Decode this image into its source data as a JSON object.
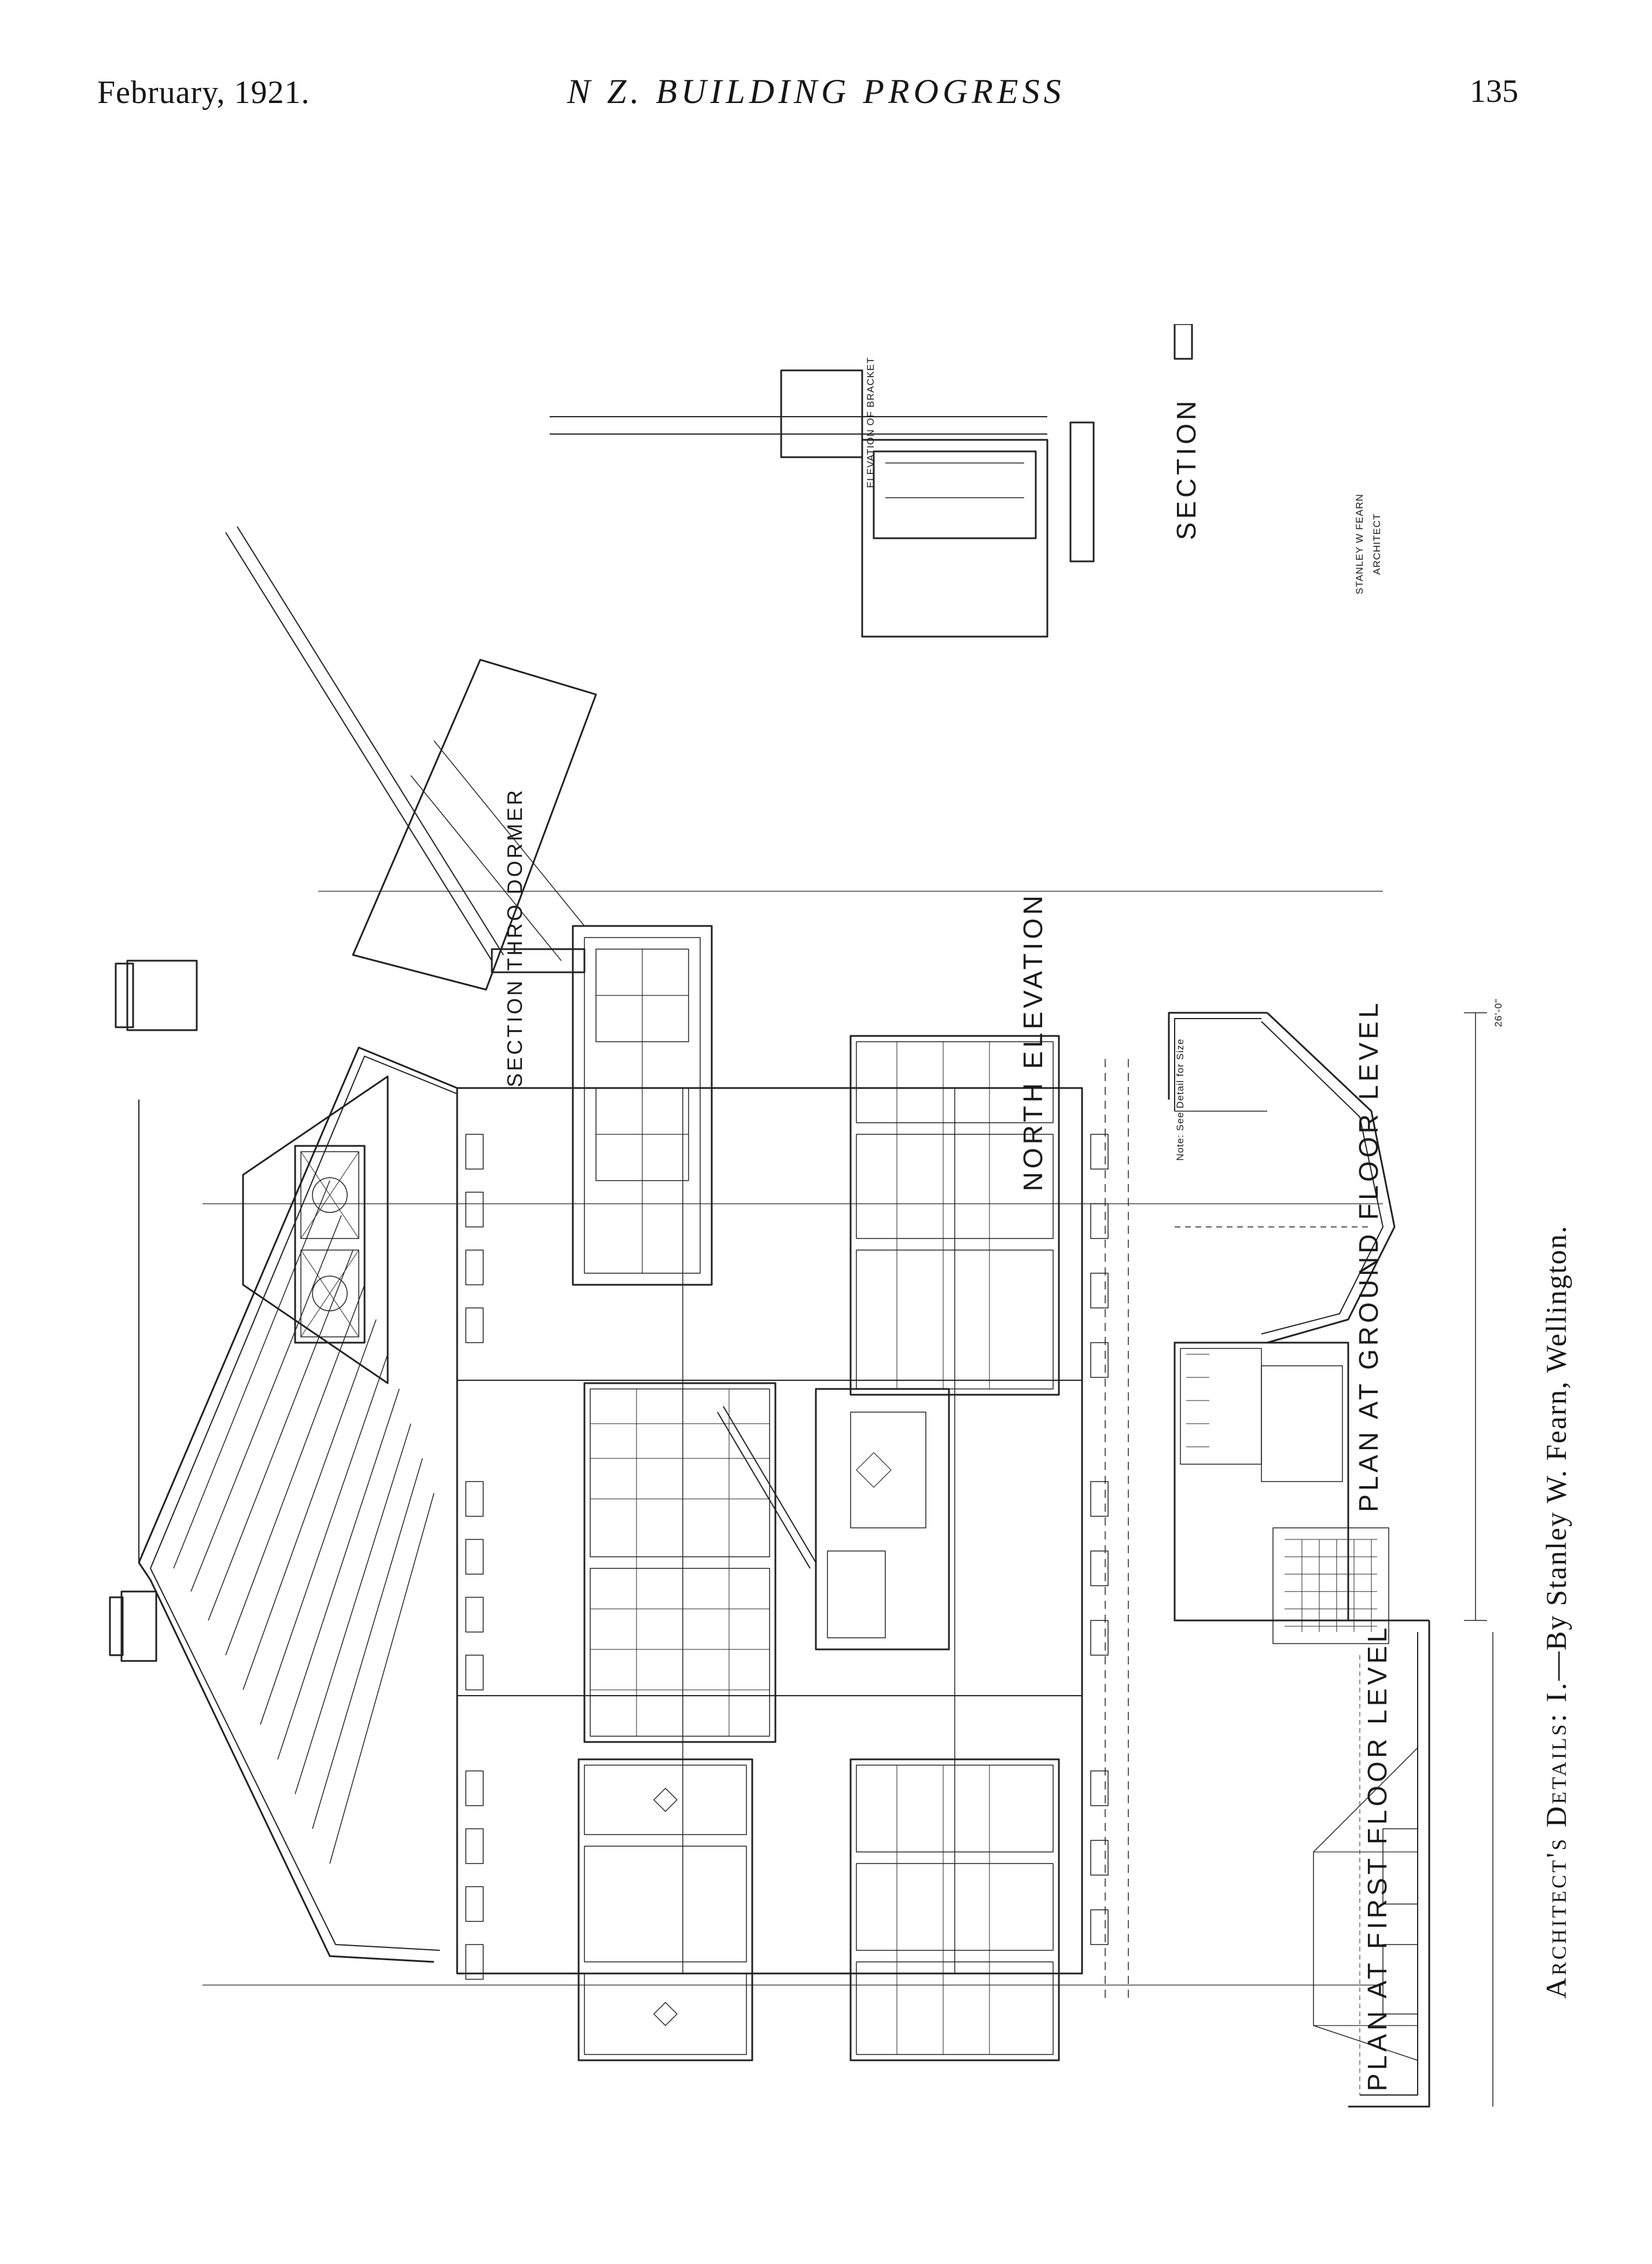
{
  "header": {
    "date": "February, 1921.",
    "title": "N Z. BUILDING PROGRESS",
    "page_number": "135"
  },
  "caption": {
    "lead": "Architect's Details: I.",
    "byline": "—By Stanley W. Fearn, Wellington."
  },
  "drawing_labels": {
    "north_elevation": "NORTH ELEVATION",
    "plan_ground": "PLAN AT GROUND FLOOR LEVEL",
    "plan_first": "PLAN AT FIRST FLOOR LEVEL",
    "section_dormer": "SECTION THRO DORMER",
    "section": "SECTION",
    "elevation_bracket": "ELEVATION OF BRACKET",
    "architect_stamp_1": "STANLEY W FEARN",
    "architect_stamp_2": "ARCHITECT",
    "note": "Note: See Detail for Size",
    "dimension": "26'-0\""
  }
}
